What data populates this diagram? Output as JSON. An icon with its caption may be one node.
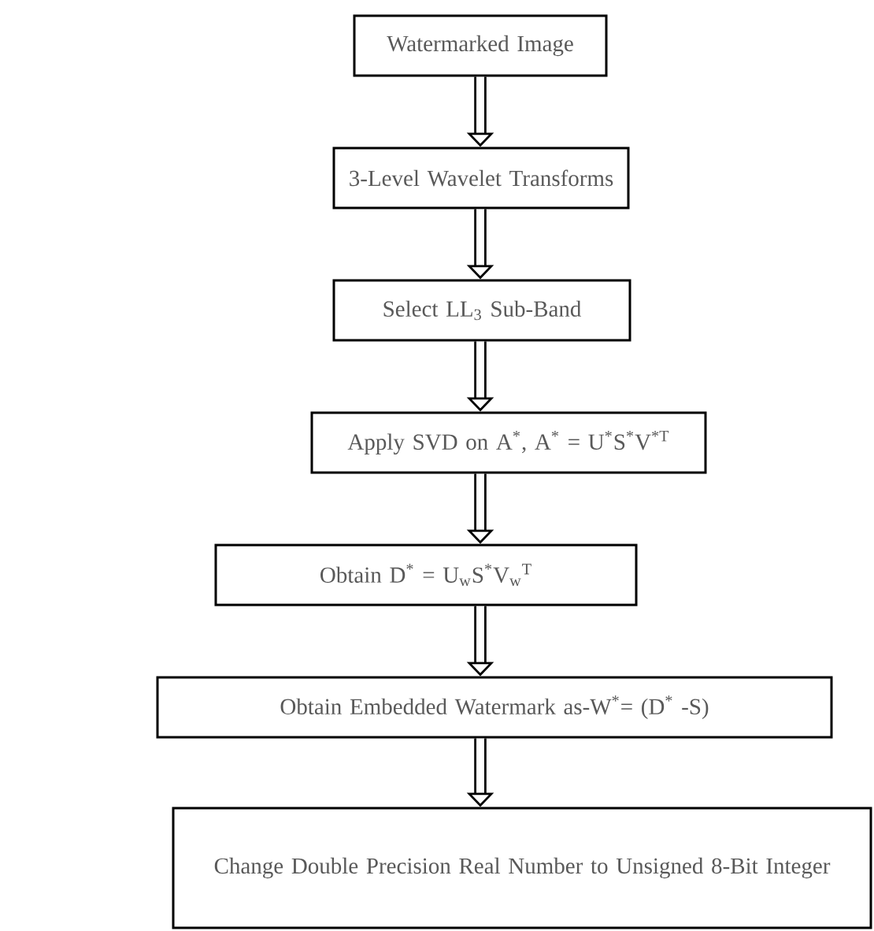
{
  "diagram": {
    "nodes": [
      {
        "text": [
          "Watermarked Image"
        ]
      },
      {
        "text": [
          "3-Level Wavelet Transforms"
        ]
      },
      {
        "text": [
          "Select LL$_{3}$ Sub-Band"
        ]
      },
      {
        "text": [
          "Apply SVD on A$^{*}$, A$^{*}$ = U$^{*}$S$^{*}$V$^{*T}$"
        ]
      },
      {
        "text": [
          "Obtain D$^{*}$ = U$_{w}$S$^{*}$V$_{w}$$^{T}$"
        ]
      },
      {
        "text": [
          "Obtain Embedded Watermark as-W$^{*}$= (D$^{*}$ -S)"
        ]
      },
      {
        "text": [
          "Change Double Precision Real Number to Unsigned 8-Bit Integer"
        ]
      }
    ],
    "edges": [
      {
        "from": 0,
        "to": 1,
        "arrow": "to"
      },
      {
        "from": 1,
        "to": 2,
        "arrow": "to"
      },
      {
        "from": 2,
        "to": 3,
        "arrow": "to"
      },
      {
        "from": 3,
        "to": 4,
        "arrow": "to"
      },
      {
        "from": 4,
        "to": 5,
        "arrow": "to"
      },
      {
        "from": 5,
        "to": 6,
        "arrow": "to"
      }
    ]
  }
}
